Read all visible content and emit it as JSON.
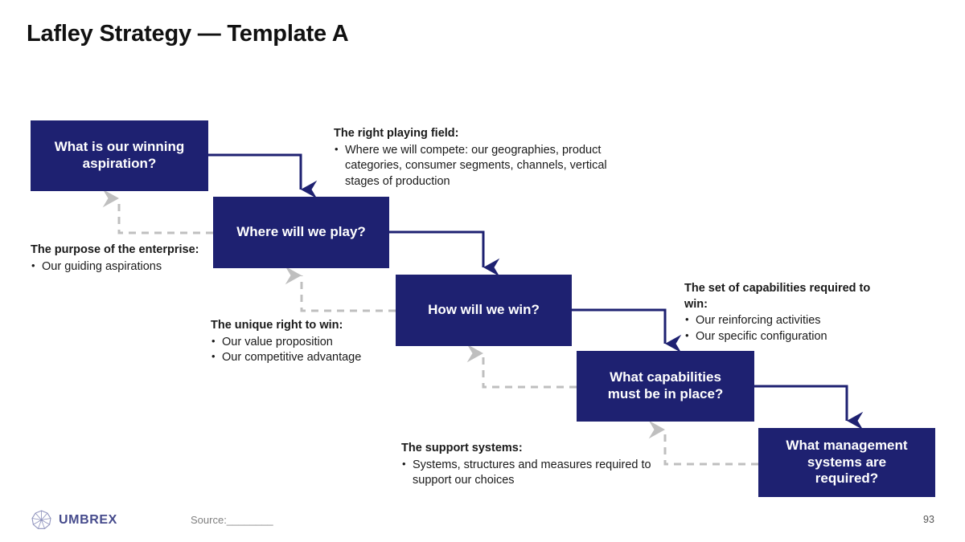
{
  "slide": {
    "title": "Lafley Strategy — Template A",
    "page_number": "93",
    "colors": {
      "box_navy": "#1e2171",
      "arrow_navy": "#1e2171",
      "feedback_gray": "#bfbfbf",
      "text_dark": "#1a1a1a",
      "logo_violet": "#464b8c"
    }
  },
  "boxes": [
    {
      "id": "aspiration",
      "lines": [
        "What is our winning",
        "aspiration?"
      ]
    },
    {
      "id": "where_play",
      "lines": [
        "Where will we play?"
      ]
    },
    {
      "id": "how_win",
      "lines": [
        "How will we win?"
      ]
    },
    {
      "id": "capabilities",
      "lines": [
        "What capabilities",
        "must be in place?"
      ]
    },
    {
      "id": "management",
      "lines": [
        "What management",
        "systems are",
        "required?"
      ]
    }
  ],
  "annotations": [
    {
      "id": "playing_field",
      "title": "The right playing field:",
      "bullets": [
        "Where we will compete: our geographies, product categories, consumer segments, channels, vertical stages of production"
      ]
    },
    {
      "id": "purpose",
      "title": "The purpose of the enterprise:",
      "bullets": [
        "Our guiding aspirations"
      ]
    },
    {
      "id": "unique_right",
      "title": "The unique right to win:",
      "bullets": [
        "Our value proposition",
        "Our competitive advantage"
      ]
    },
    {
      "id": "capabilities",
      "title": "The set of capabilities required to win:",
      "bullets": [
        "Our reinforcing activities",
        "Our specific configuration"
      ]
    },
    {
      "id": "support",
      "title": "The support systems:",
      "bullets": [
        "Systems, structures and measures required to support our choices"
      ]
    }
  ],
  "footer": {
    "logo_text": "UMBREX",
    "source_label": "Source:________",
    "page_number": "93"
  }
}
